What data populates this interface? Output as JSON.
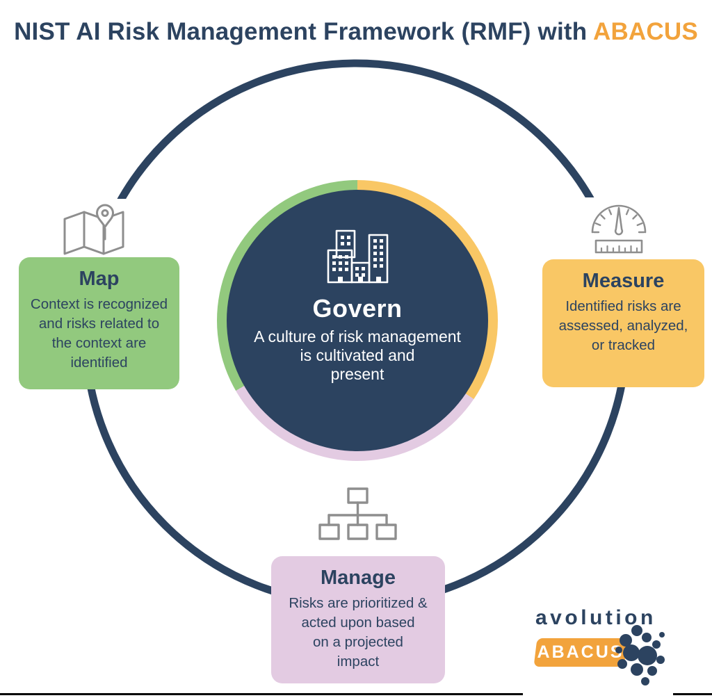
{
  "title": {
    "main": "NIST AI Risk Management Framework (RMF) with",
    "accent": "ABACUS"
  },
  "hub": {
    "heading": "Govern",
    "lines": [
      "A culture of risk management",
      "is cultivated and",
      "present"
    ],
    "icon": "buildings-icon"
  },
  "pillars": {
    "map": {
      "heading": "Map",
      "lines": [
        "Context is recognized",
        "and risks related to",
        "the context are",
        "identified"
      ],
      "icon": "map-icon",
      "color": "#92C97E"
    },
    "measure": {
      "heading": "Measure",
      "lines": [
        "Identified risks are",
        "assessed, analyzed,",
        "or tracked"
      ],
      "icon": "gauge-icon",
      "color": "#F9C765"
    },
    "manage": {
      "heading": "Manage",
      "lines": [
        "Risks are prioritized &",
        "acted upon based",
        "on a projected",
        "impact"
      ],
      "icon": "org-chart-icon",
      "color": "#E3CBE2"
    }
  },
  "logo": {
    "company": "avolution",
    "product": "ABACUS"
  },
  "colors": {
    "navy": "#2C4360",
    "green": "#92C97E",
    "yellow": "#F9C765",
    "purple": "#E3CBE2",
    "orange": "#F2A33C",
    "icon_gray": "#8E8E8E",
    "white": "#FFFFFF"
  }
}
